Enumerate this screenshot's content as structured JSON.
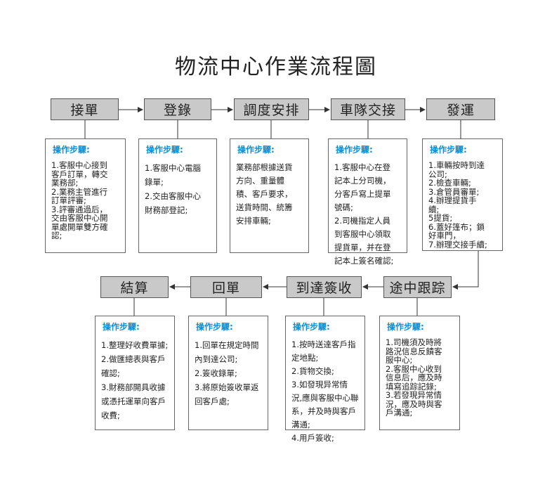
{
  "title": "物流中心作業流程圖",
  "step_label": "操作步驟:",
  "steps": [
    {
      "name": "接單",
      "lines": [
        "1.客服中心接到",
        "客戶訂單，轉交",
        "業務部;",
        "2.業務主管進行",
        "訂單評審;",
        "3.評審通過后，",
        "交由客服中心開",
        "單處開單雙方確",
        "認;"
      ]
    },
    {
      "name": "登錄",
      "lines": [
        "1.客服中心電腦",
        "錄單;",
        "2.交由客服中心",
        "財務部登記;"
      ]
    },
    {
      "name": "調度安排",
      "lines": [
        "業務部根據送貨",
        "方向、重量體",
        "積、客戶要求，",
        "送貨時間、統籌",
        "安排車輛;"
      ]
    },
    {
      "name": "車隊交接",
      "lines": [
        "1.客服中心在登",
        "記本上分司機，",
        "分客戶寫上提單",
        "號碼;",
        "2.司機指定人員",
        "到客服中心領取",
        "提貨單，并在登",
        "記本上簽名確認;"
      ]
    },
    {
      "name": "發運",
      "lines": [
        "1.車輛按時到達",
        "公司;",
        "2.檢查車輛;",
        "3.倉管員審單;",
        "4.辦理提貨手",
        "續;",
        "5提貨;",
        "6.蓋好篷布；鎖",
        "好車門，",
        "7.辦理交接手續;"
      ]
    },
    {
      "name": "途中跟踪",
      "lines": [
        "1.司機須及時將",
        "路況信息反饋客",
        "服中心;",
        "2.客服中心收到",
        "信息后，應及時",
        "填寫追踪記錄;",
        "3.若發現异常情",
        "況，應及時與客",
        "戶溝通;"
      ]
    },
    {
      "name": "到達簽收",
      "lines": [
        "1.按時送達客戶指",
        "定地點;",
        "2.貨物交換;",
        "3.如發現异常情",
        "況,應與客服中心聯",
        "系，并及時與客戶",
        "溝通;",
        "4.用戶簽收;"
      ]
    },
    {
      "name": "回單",
      "lines": [
        "1.回單在規定時間",
        "內到達公司;",
        "2.簽收錄單;",
        "3.將原始簽收單返",
        "回客戶處;"
      ]
    },
    {
      "name": "結算",
      "lines": [
        "1.整理好收費單據;",
        "2.做匯總表與客戶",
        "確認;",
        "3.財務部開具收據",
        "或憑托運單向客戶",
        "收費;"
      ]
    }
  ],
  "colors": {
    "header_fill": "#c9c9c9",
    "label": "#0b8fd9",
    "line": "#555555"
  }
}
